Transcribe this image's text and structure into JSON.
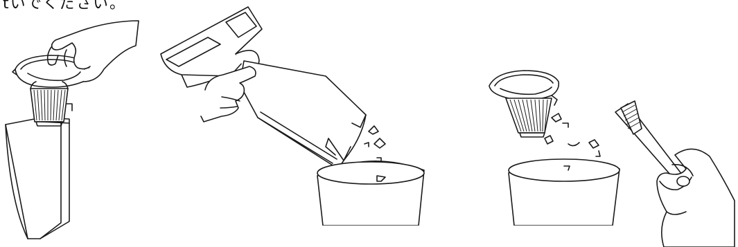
{
  "header": {
    "cropped_text": "tいでください。"
  },
  "colors": {
    "line": "#1a1a1a",
    "background": "#ffffff"
  },
  "panels": [
    {
      "icon": "filter-removal-illustration"
    },
    {
      "icon": "dust-emptying-illustration"
    },
    {
      "icon": "filter-brushing-illustration"
    }
  ]
}
